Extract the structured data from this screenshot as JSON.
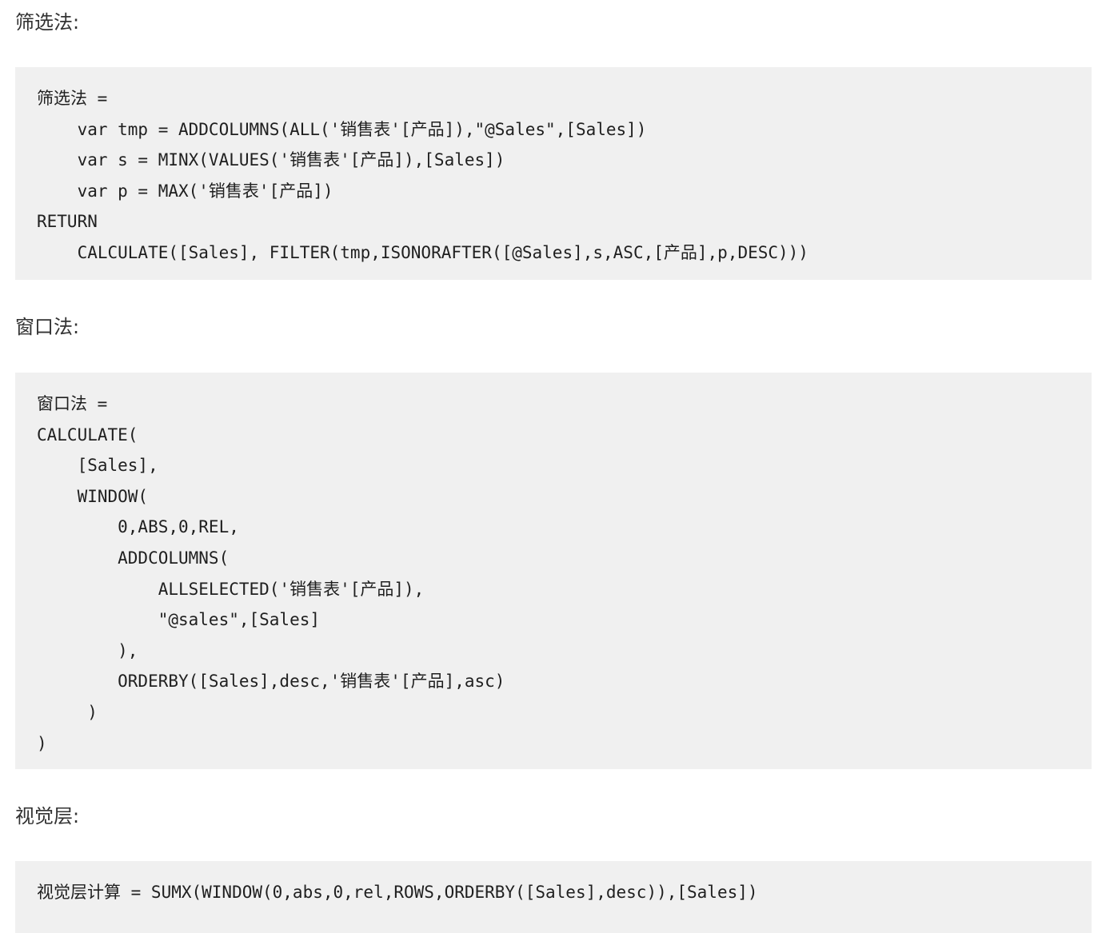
{
  "sections": [
    {
      "label": "筛选法:",
      "code": [
        "筛选法 =",
        "    var tmp = ADDCOLUMNS(ALL('销售表'[产品]),\"@Sales\",[Sales])",
        "    var s = MINX(VALUES('销售表'[产品]),[Sales])",
        "    var p = MAX('销售表'[产品])",
        "RETURN",
        "    CALCULATE([Sales], FILTER(tmp,ISONORAFTER([@Sales],s,ASC,[产品],p,DESC)))"
      ]
    },
    {
      "label": "窗口法:",
      "code": [
        "窗口法 =",
        "CALCULATE(",
        "    [Sales],",
        "    WINDOW(",
        "        0,ABS,0,REL,",
        "        ADDCOLUMNS(",
        "            ALLSELECTED('销售表'[产品]),",
        "            \"@sales\",[Sales]",
        "        ),",
        "        ORDERBY([Sales],desc,'销售表'[产品],asc)",
        "     )",
        ")"
      ]
    },
    {
      "label": "视觉层:",
      "code": [
        "视觉层计算 = SUMX(WINDOW(0,abs,0,rel,ROWS,ORDERBY([Sales],desc)),[Sales])"
      ]
    }
  ]
}
